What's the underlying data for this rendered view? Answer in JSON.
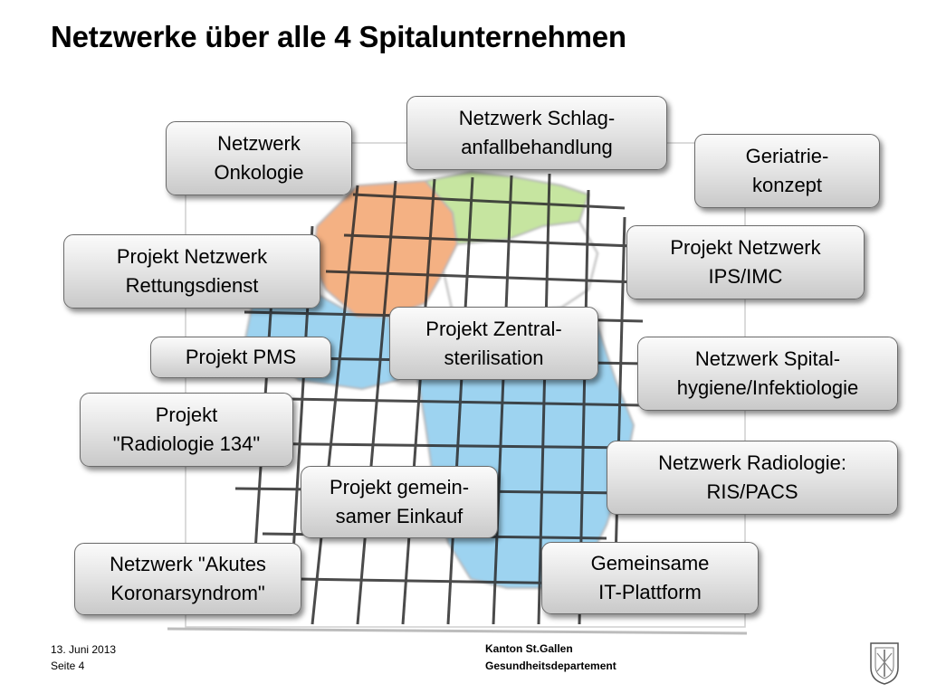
{
  "slide": {
    "title": "Netzwerke über alle 4 Spitalunternehmen"
  },
  "boxes": {
    "onkologie": "Netzwerk\nOnkologie",
    "schlaganfall": "Netzwerk Schlag-\nanfallbehandlung",
    "geriatrie": "Geriatrie-\nkonzept",
    "rettungsdienst": "Projekt Netzwerk\nRettungsdienst",
    "ips_imc": "Projekt Netzwerk\nIPS/IMC",
    "pms": "Projekt PMS",
    "zentralsterilisation": "Projekt Zentral-\nsterilisation",
    "spitalhygiene": "Netzwerk Spital-\nhygiene/Infektiologie",
    "radiologie_134": "Projekt\n\"Radiologie 134\"",
    "radiologie_ris_pacs": "Netzwerk Radiologie:\nRIS/PACS",
    "einkauf": "Projekt gemein-\nsamer Einkauf",
    "koronarsyndrom": "Netzwerk \"Akutes\nKoronarsyndrom\"",
    "it_plattform": "Gemeinsame\nIT-Plattform"
  },
  "footer": {
    "date": "13. Juni 2013",
    "page": "Seite 4",
    "organization": "Kanton St.Gallen",
    "department": "Gesundheitsdepartement"
  },
  "colors": {
    "region_orange": "#f4b183",
    "region_green": "#c6e5a0",
    "region_blue": "#9dd3f0",
    "region_white": "#ffffff",
    "grid_lines": "#2c2c2c",
    "box_border": "#6b6b6b"
  }
}
